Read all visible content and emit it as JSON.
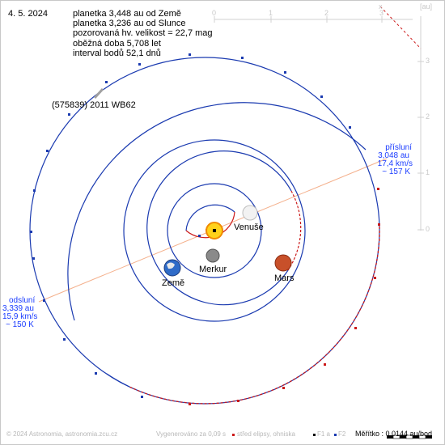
{
  "date": "4. 5. 2024",
  "info": [
    "planetka 3,448 au od Země",
    "planetka 3,236 au od Slunce",
    "pozorovaná hv. velikost = 22,7 mag",
    "oběžná doba 5,708 let",
    "interval bodů 52,1 dnů"
  ],
  "asteroid": {
    "name": "(575839) 2011 WB62"
  },
  "perihelion": {
    "label": "přísluní",
    "distance": "3,048 au",
    "speed": "17,4 km/s",
    "temp": "~ 157 K"
  },
  "aphelion": {
    "label": "odsluní",
    "distance": "3,339 au",
    "speed": "15,9 km/s",
    "temp": "~ 150 K"
  },
  "planets": {
    "earth": "Země",
    "venus": "Venuše",
    "mercury": "Merkur",
    "mars": "Mars"
  },
  "axis": {
    "x_label": "x",
    "unit": "[au]",
    "top_ticks": [
      "0",
      "1",
      "2",
      "3"
    ],
    "side_ticks": [
      "3",
      "2",
      "1",
      "0"
    ]
  },
  "footer": {
    "copyright": "© 2024 Astronomia, astronomia.zcu.cz",
    "generated": "Vygenerováno za 0,09 s",
    "legend_center": "střed elipsy, ohniska",
    "legend_f1": "F1 a",
    "legend_f2": "F2",
    "scale": "Měřítko : 0,0144 au/bod"
  },
  "colors": {
    "orbit_above": "#1a3ab0",
    "orbit_below": "#cc1a1a",
    "apsides_line": "#f4b08c",
    "label_blue": "#1a3cff"
  }
}
